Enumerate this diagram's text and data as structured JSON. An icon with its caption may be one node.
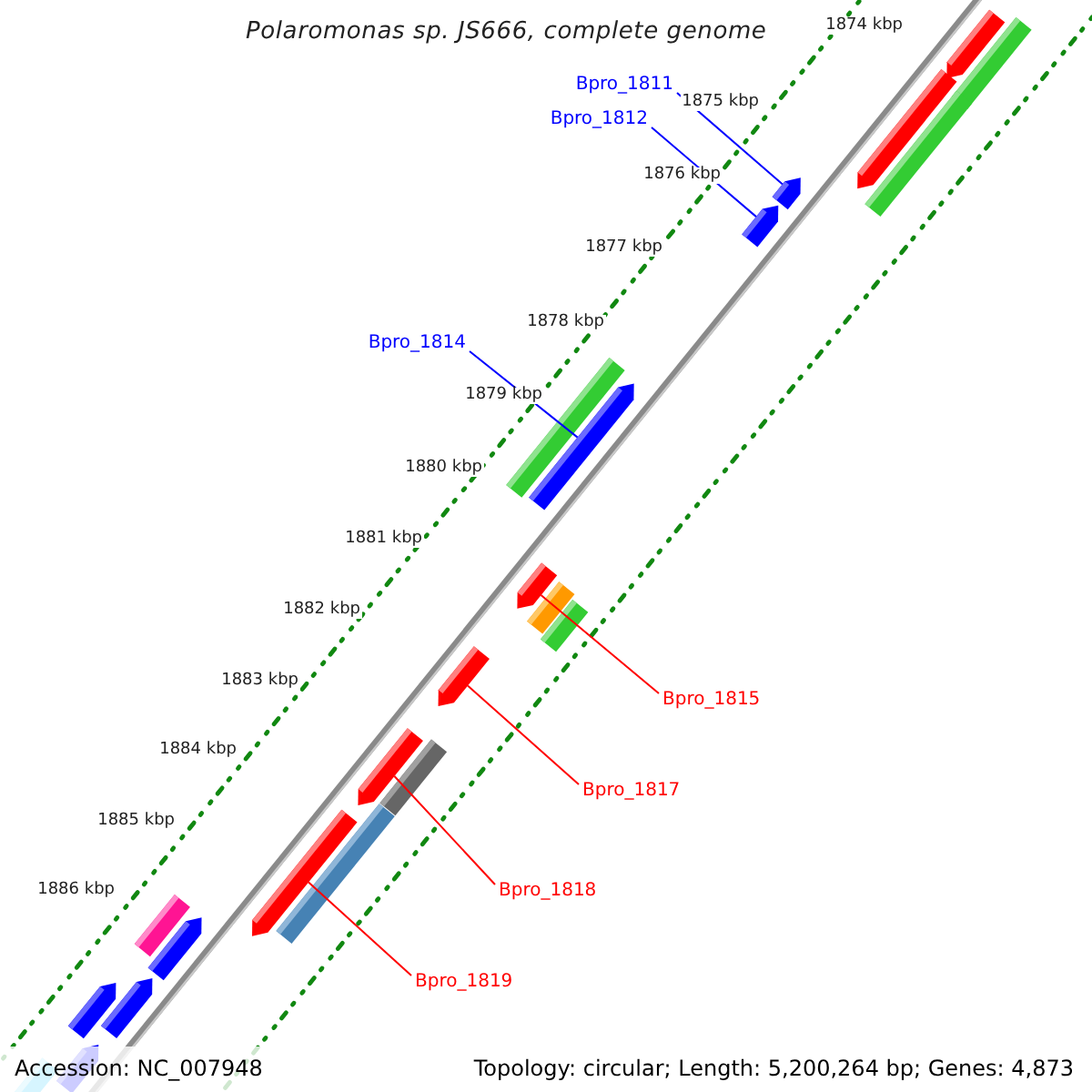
{
  "diagram": {
    "title": "Polaromonas sp. JS666, complete genome",
    "nodes": [
      {
        "text": [
          "Bpro_1811"
        ]
      },
      {
        "text": [
          "Bpro_1812"
        ]
      },
      {
        "text": [
          "Bpro_1814"
        ]
      },
      {
        "text": [
          "Bpro_1815"
        ]
      },
      {
        "text": [
          "Bpro_1817"
        ]
      },
      {
        "text": [
          "Bpro_1818"
        ]
      },
      {
        "text": [
          "Bpro_1819"
        ]
      },
      {
        "text": [],
        "shape": "arrow"
      },
      {
        "text": [],
        "shape": "arrow"
      },
      {
        "text": [],
        "shape": "arrow"
      },
      {
        "text": [],
        "shape": "arrow"
      },
      {
        "text": [],
        "shape": "arrow"
      },
      {
        "text": [],
        "shape": "arrow"
      },
      {
        "text": [],
        "shape": "arrow"
      },
      {
        "text": [],
        "shape": "arrow"
      },
      {
        "text": [],
        "shape": "arrow"
      },
      {
        "text": [],
        "shape": "bar"
      },
      {
        "text": [],
        "shape": "bar"
      },
      {
        "text": [],
        "shape": "bar"
      },
      {
        "text": [],
        "shape": "bar"
      },
      {
        "text": [],
        "shape": "bar"
      },
      {
        "text": [],
        "shape": "bar"
      },
      {
        "text": [],
        "shape": "bar"
      },
      {
        "text": [],
        "shape": "bar"
      },
      {
        "text": [],
        "shape": "arrow"
      },
      {
        "text": [],
        "shape": "arrow"
      },
      {
        "text": [],
        "shape": "arrow"
      },
      {
        "text": [],
        "shape": "arrow"
      },
      {
        "text": [],
        "shape": "bar"
      }
    ],
    "edges": [
      {
        "from": 0,
        "to": 7,
        "arrow": "none",
        "color": "#0000ff"
      },
      {
        "from": 1,
        "to": 8,
        "arrow": "none",
        "color": "#0000ff"
      },
      {
        "from": 2,
        "to": 9,
        "arrow": "none",
        "color": "#0000ff"
      },
      {
        "from": 3,
        "to": 10,
        "arrow": "none"
      },
      {
        "from": 4,
        "to": 11,
        "arrow": "none"
      },
      {
        "from": 5,
        "to": 12,
        "arrow": "none"
      },
      {
        "from": 6,
        "to": 13,
        "arrow": "none"
      }
    ],
    "labels": [
      "1874 kbp",
      "1875 kbp",
      "1876 kbp",
      "1877 kbp",
      "1878 kbp",
      "1879 kbp",
      "1880 kbp",
      "1881 kbp",
      "1882 kbp",
      "1883 kbp",
      "1884 kbp",
      "1885 kbp",
      "1886 kbp",
      "Accession: NC_007948",
      "Topology: circular; Length: 5,200,264 bp; Genes: 4,873"
    ]
  }
}
